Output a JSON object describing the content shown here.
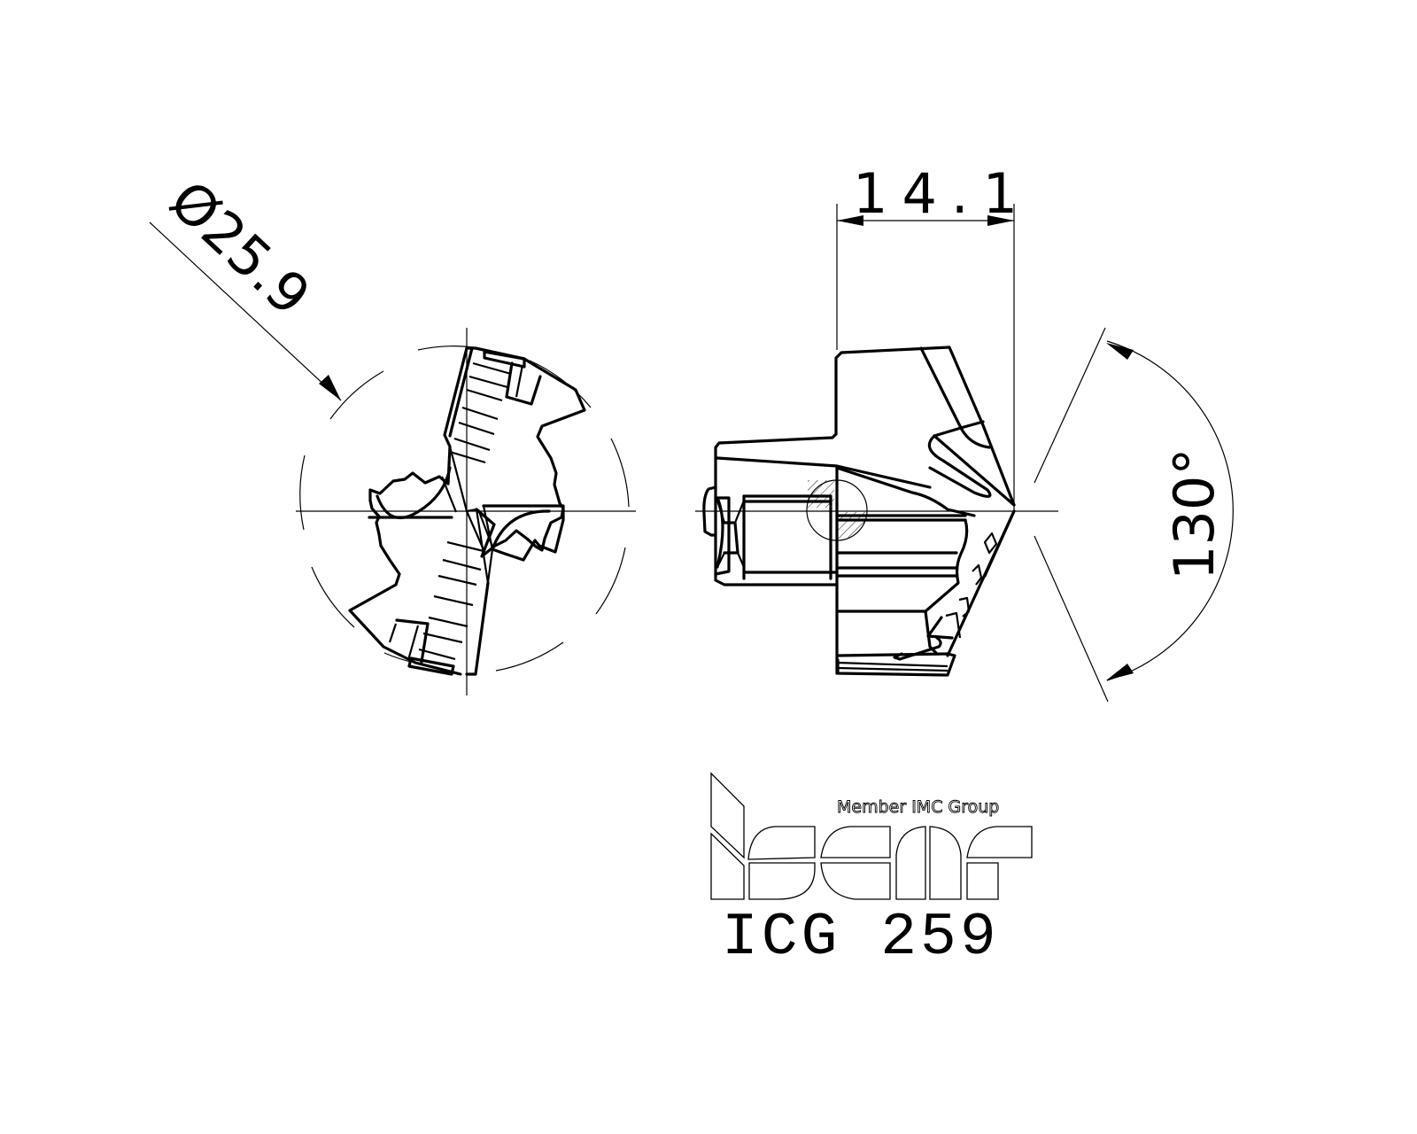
{
  "drawing": {
    "part_number": "ICG 259",
    "manufacturer_logo": "iscar",
    "logo_tagline": "Member IMC Group",
    "views": [
      {
        "name": "end-view",
        "description": "Front end view of drill head with two cutting lips"
      },
      {
        "name": "side-view",
        "description": "Side profile view of drill head with shank"
      }
    ],
    "dimensions": {
      "diameter": {
        "label": "Ø25.9",
        "value": 25.9,
        "unit": "mm",
        "type": "diameter"
      },
      "length": {
        "label": "14.1",
        "value": 14.1,
        "unit": "mm",
        "type": "linear"
      },
      "point_angle": {
        "label": "130°",
        "value": 130,
        "unit": "deg",
        "type": "angle"
      }
    },
    "colors": {
      "line": "#000000",
      "background": "#ffffff"
    }
  }
}
